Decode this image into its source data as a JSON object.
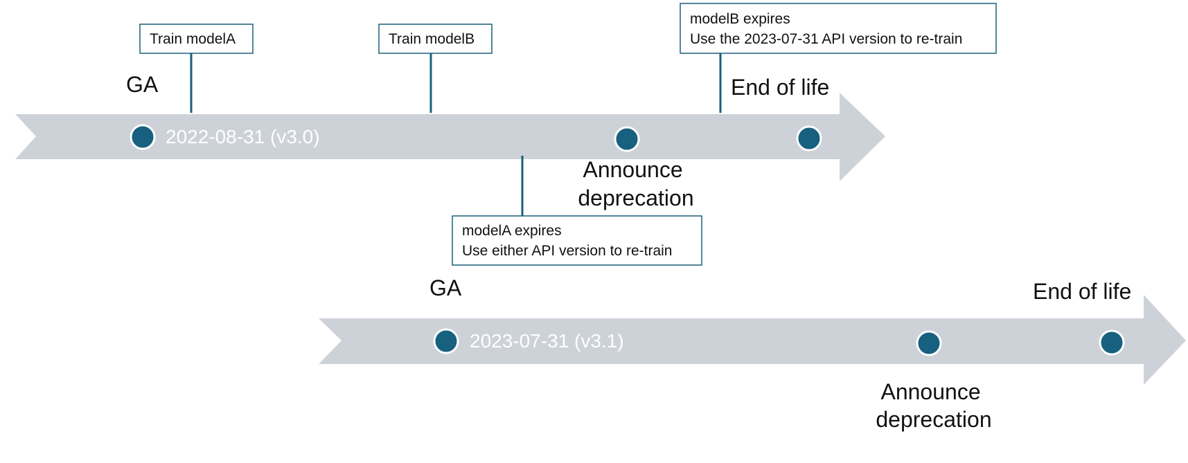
{
  "timelines": [
    {
      "version_label": "2022-08-31 (v3.0)",
      "ga_label": "GA",
      "deprecation_label": [
        "Announce",
        "deprecation"
      ],
      "eol_label": "End of life"
    },
    {
      "version_label": "2023-07-31 (v3.1)",
      "ga_label": "GA",
      "deprecation_label": [
        "Announce",
        "deprecation"
      ],
      "eol_label": "End of life"
    }
  ],
  "callouts": {
    "train_model_a": [
      "Train modelA"
    ],
    "train_model_b": [
      "Train modelB"
    ],
    "model_b_expires": [
      "modelB expires",
      "Use the 2023-07-31 API version to re-train"
    ],
    "model_a_expires": [
      "modelA expires",
      "Use either API version to re-train"
    ]
  },
  "colors": {
    "arrow": "#cdd2d8",
    "milestone": "#17607f",
    "connector": "#1a5f7a",
    "version_text": "#ffffff",
    "label_text": "#111111"
  }
}
